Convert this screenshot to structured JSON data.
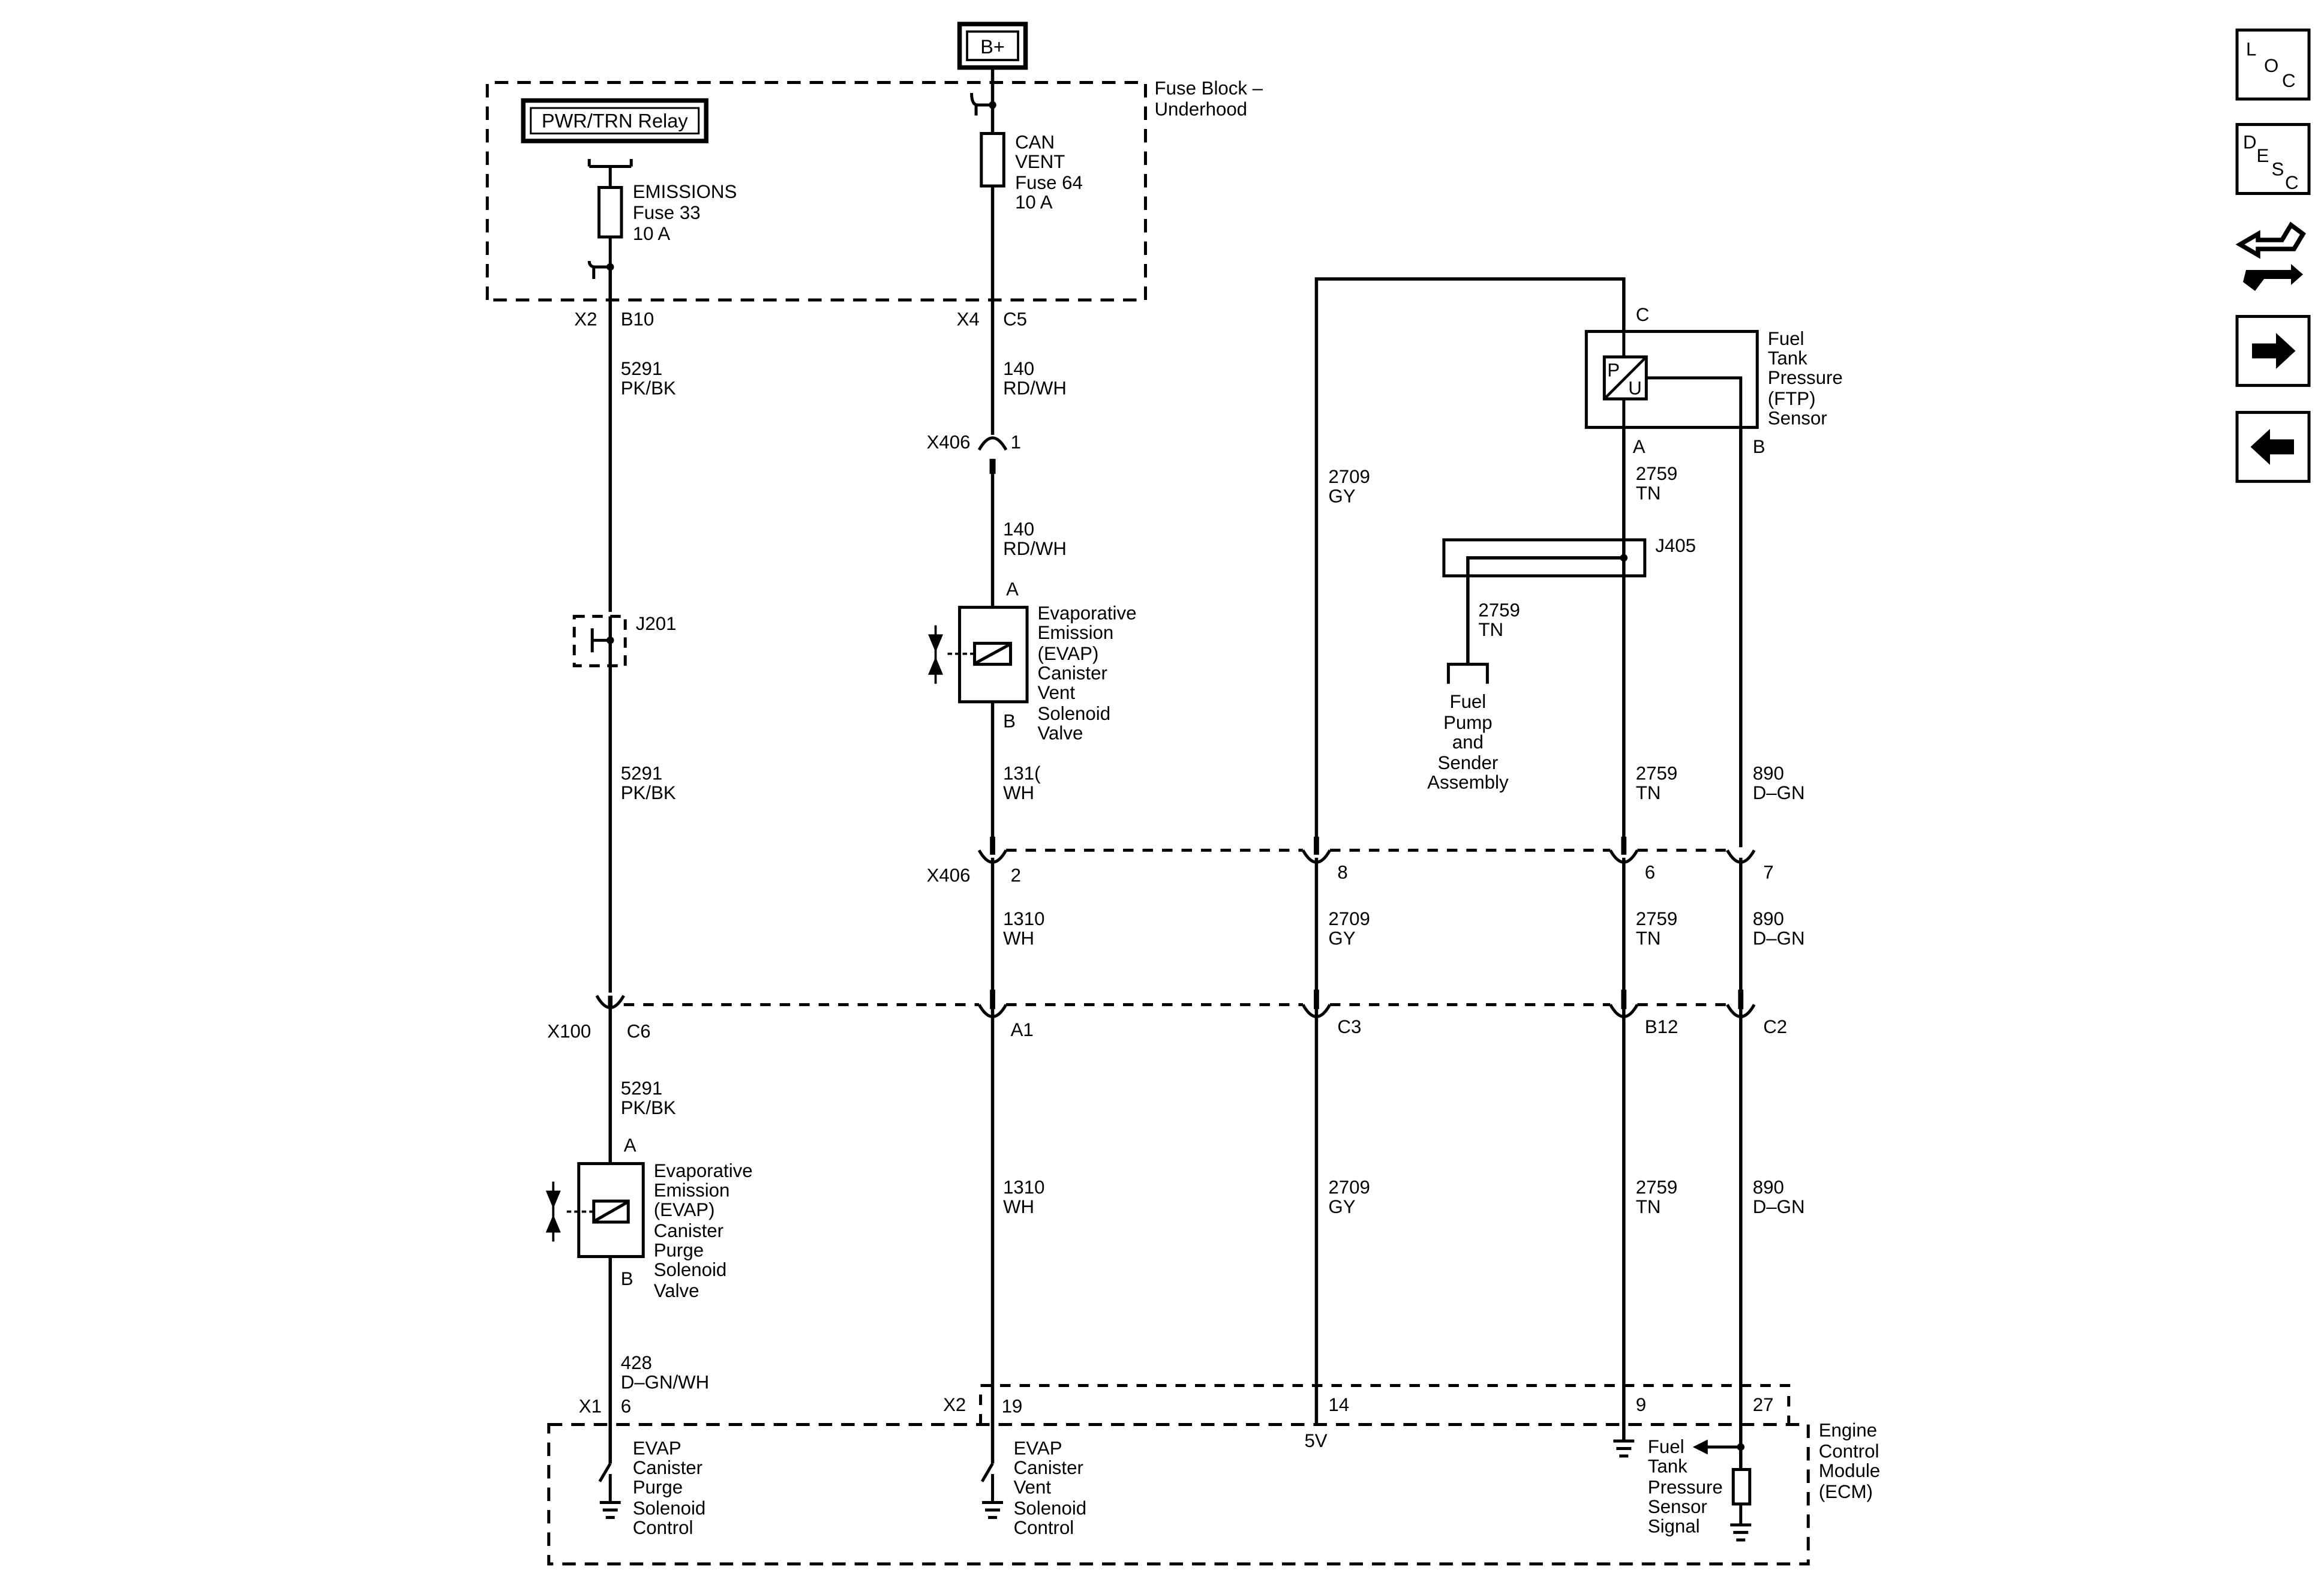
{
  "supply": {
    "label": "B+"
  },
  "fuse_block": {
    "label_line1": "Fuse Block –",
    "label_line2": "Underhood",
    "relay": "PWR/TRN Relay",
    "emissions_fuse": {
      "line1": "EMISSIONS",
      "line2": "Fuse 33",
      "line3": "10 A"
    },
    "can_vent_fuse": {
      "line1": "CAN",
      "line2": "VENT",
      "line3": "Fuse 64",
      "line4": "10 A"
    }
  },
  "connectors": {
    "x2_left": "X2",
    "b10": "B10",
    "x4": "X4",
    "c5": "C5",
    "x406": "X406",
    "x406_pin1": "1",
    "x406_pin2": "2",
    "x406_pin8": "8",
    "x406_pin6": "6",
    "x406_pin7": "7",
    "x100": "X100",
    "x100_c6": "C6",
    "x100_a1": "A1",
    "x100_c3": "C3",
    "x100_b12": "B12",
    "x100_c2": "C2",
    "x1": "X1",
    "x1_pin6": "6",
    "x2_ecm": "X2",
    "x2_pin19": "19",
    "x2_pin14": "14",
    "x2_pin9": "9",
    "x2_pin27": "27"
  },
  "splices": {
    "j201": "J201",
    "j405": "J405"
  },
  "wires": {
    "w5291_a": {
      "circuit": "5291",
      "color": "PK/BK"
    },
    "w5291_b": {
      "circuit": "5291",
      "color": "PK/BK"
    },
    "w5291_c": {
      "circuit": "5291",
      "color": "PK/BK"
    },
    "w428": {
      "circuit": "428",
      "color": "D–GN/WH"
    },
    "w140_a": {
      "circuit": "140",
      "color": "RD/WH"
    },
    "w140_b": {
      "circuit": "140",
      "color": "RD/WH"
    },
    "w1310_a": {
      "circuit": "131(",
      "color": "WH"
    },
    "w1310_b": {
      "circuit": "1310",
      "color": "WH"
    },
    "w1310_c": {
      "circuit": "1310",
      "color": "WH"
    },
    "w2709_a": {
      "circuit": "2709",
      "color": "GY"
    },
    "w2709_b": {
      "circuit": "2709",
      "color": "GY"
    },
    "w2709_c": {
      "circuit": "2709",
      "color": "GY"
    },
    "w2759_a": {
      "circuit": "2759",
      "color": "TN"
    },
    "w2759_pump": {
      "circuit": "2759",
      "color": "TN"
    },
    "w2759_b": {
      "circuit": "2759",
      "color": "TN"
    },
    "w2759_c": {
      "circuit": "2759",
      "color": "TN"
    },
    "w2759_d": {
      "circuit": "2759",
      "color": "TN"
    },
    "w890_a": {
      "circuit": "890",
      "color": "D–GN"
    },
    "w890_b": {
      "circuit": "890",
      "color": "D–GN"
    },
    "w890_c": {
      "circuit": "890",
      "color": "D–GN"
    }
  },
  "components": {
    "vent_valve": {
      "lines": [
        "Evaporative",
        "Emission",
        "(EVAP)",
        "Canister",
        "Vent",
        "Solenoid",
        "Valve"
      ],
      "pin_a": "A",
      "pin_b": "B"
    },
    "purge_valve": {
      "lines": [
        "Evaporative",
        "Emission",
        "(EVAP)",
        "Canister",
        "Purge",
        "Solenoid",
        "Valve"
      ],
      "pin_a": "A",
      "pin_b": "B"
    },
    "ftp_sensor": {
      "lines": [
        "Fuel",
        "Tank",
        "Pressure",
        "(FTP)",
        "Sensor"
      ],
      "pin_a": "A",
      "pin_b": "B",
      "pin_c": "C",
      "sym_p": "P",
      "sym_u": "U"
    },
    "fuel_pump": {
      "lines": [
        "Fuel",
        "Pump",
        "and",
        "Sender",
        "Assembly"
      ]
    }
  },
  "ecm": {
    "label": [
      "Engine",
      "Control",
      "Module",
      "(ECM)"
    ],
    "purge_control": [
      "EVAP",
      "Canister",
      "Purge",
      "Solenoid",
      "Control"
    ],
    "vent_control": [
      "EVAP",
      "Canister",
      "Vent",
      "Solenoid",
      "Control"
    ],
    "ref_5v": "5V",
    "ftp_signal": [
      "Fuel",
      "Tank",
      "Pressure",
      "Sensor",
      "Signal"
    ]
  },
  "nav": {
    "loc": {
      "l1": "L",
      "l2": "O",
      "l3": "C"
    },
    "desc": {
      "l1": "D",
      "l2": "E",
      "l3": "S",
      "l4": "C"
    },
    "icons": [
      "connector-view-icon",
      "arrow-right-icon",
      "arrow-left-icon"
    ]
  }
}
